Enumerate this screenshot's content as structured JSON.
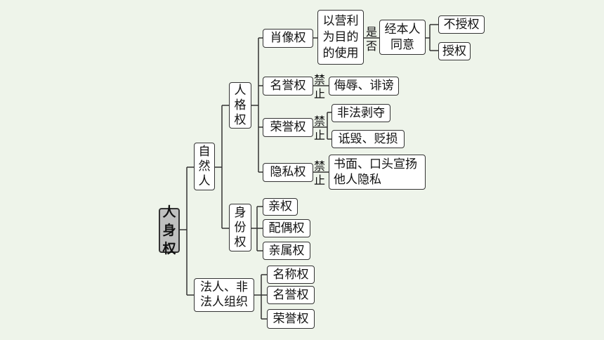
{
  "root": {
    "label": "人\n身\n权"
  },
  "nodes": {
    "ziranren": "自\n然\n人",
    "faren": "法人、非\n法人组织",
    "rengequan": "人\n格\n权",
    "shenfenquan": "身\n份\n权",
    "xiaoxiang": "肖像权",
    "mingyu_p": "名誉权",
    "rongyu_p": "荣誉权",
    "yinsi": "隐私权",
    "qin": "亲权",
    "peiou": "配偶权",
    "qinshu": "亲属权",
    "mingcheng": "名称权",
    "mingyu_o": "名誉权",
    "rongyu_o": "荣誉权",
    "yingli": "以营利\n为目的\n的使用",
    "jingben": "经本人\n同意",
    "bushouquan": "不授权",
    "shouquan": "授权",
    "wuru": "侮辱、诽谤",
    "feifa": "非法剥夺",
    "dihui": "诋毁、贬损",
    "shumian": "书面、口头宣扬\n他人隐私"
  },
  "labels": {
    "shi": "是",
    "fou": "否",
    "jin": "禁",
    "zhi": "止"
  }
}
